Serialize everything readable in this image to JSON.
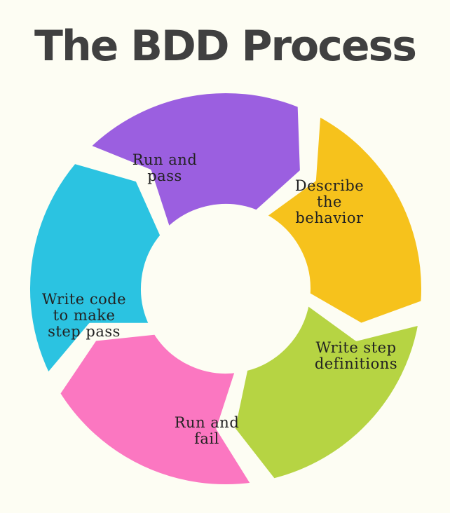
{
  "title": "The BDD Process",
  "steps": [
    {
      "label": "Describe\nthe\nbehavior",
      "color": "#f6c21c"
    },
    {
      "label": "Write step\ndefinitions",
      "color": "#b6d443"
    },
    {
      "label": "Run and\nfail",
      "color": "#fb77c1"
    },
    {
      "label": "Write code\nto make\nstep pass",
      "color": "#2bc3e1"
    },
    {
      "label": "Run and\npass",
      "color": "#9b5fe0"
    }
  ],
  "colors": {
    "background": "#fdfdf3",
    "title": "#404040",
    "text": "#222222"
  }
}
